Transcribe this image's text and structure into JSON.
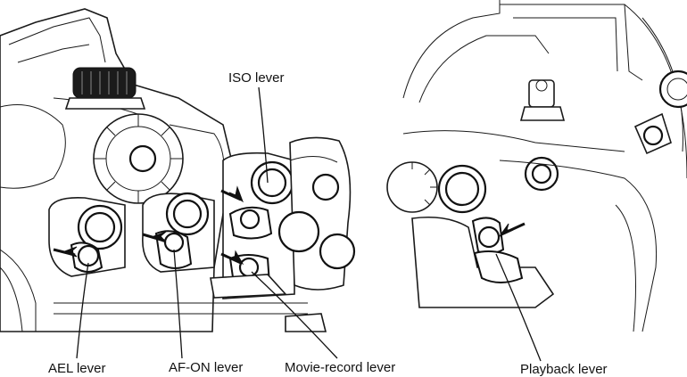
{
  "labels": {
    "iso": "ISO lever",
    "ael": "AEL lever",
    "afon": "AF-ON lever",
    "movie": "Movie-record lever",
    "playback": "Playback lever"
  },
  "icons": [
    "pointer-arrow-icon"
  ]
}
